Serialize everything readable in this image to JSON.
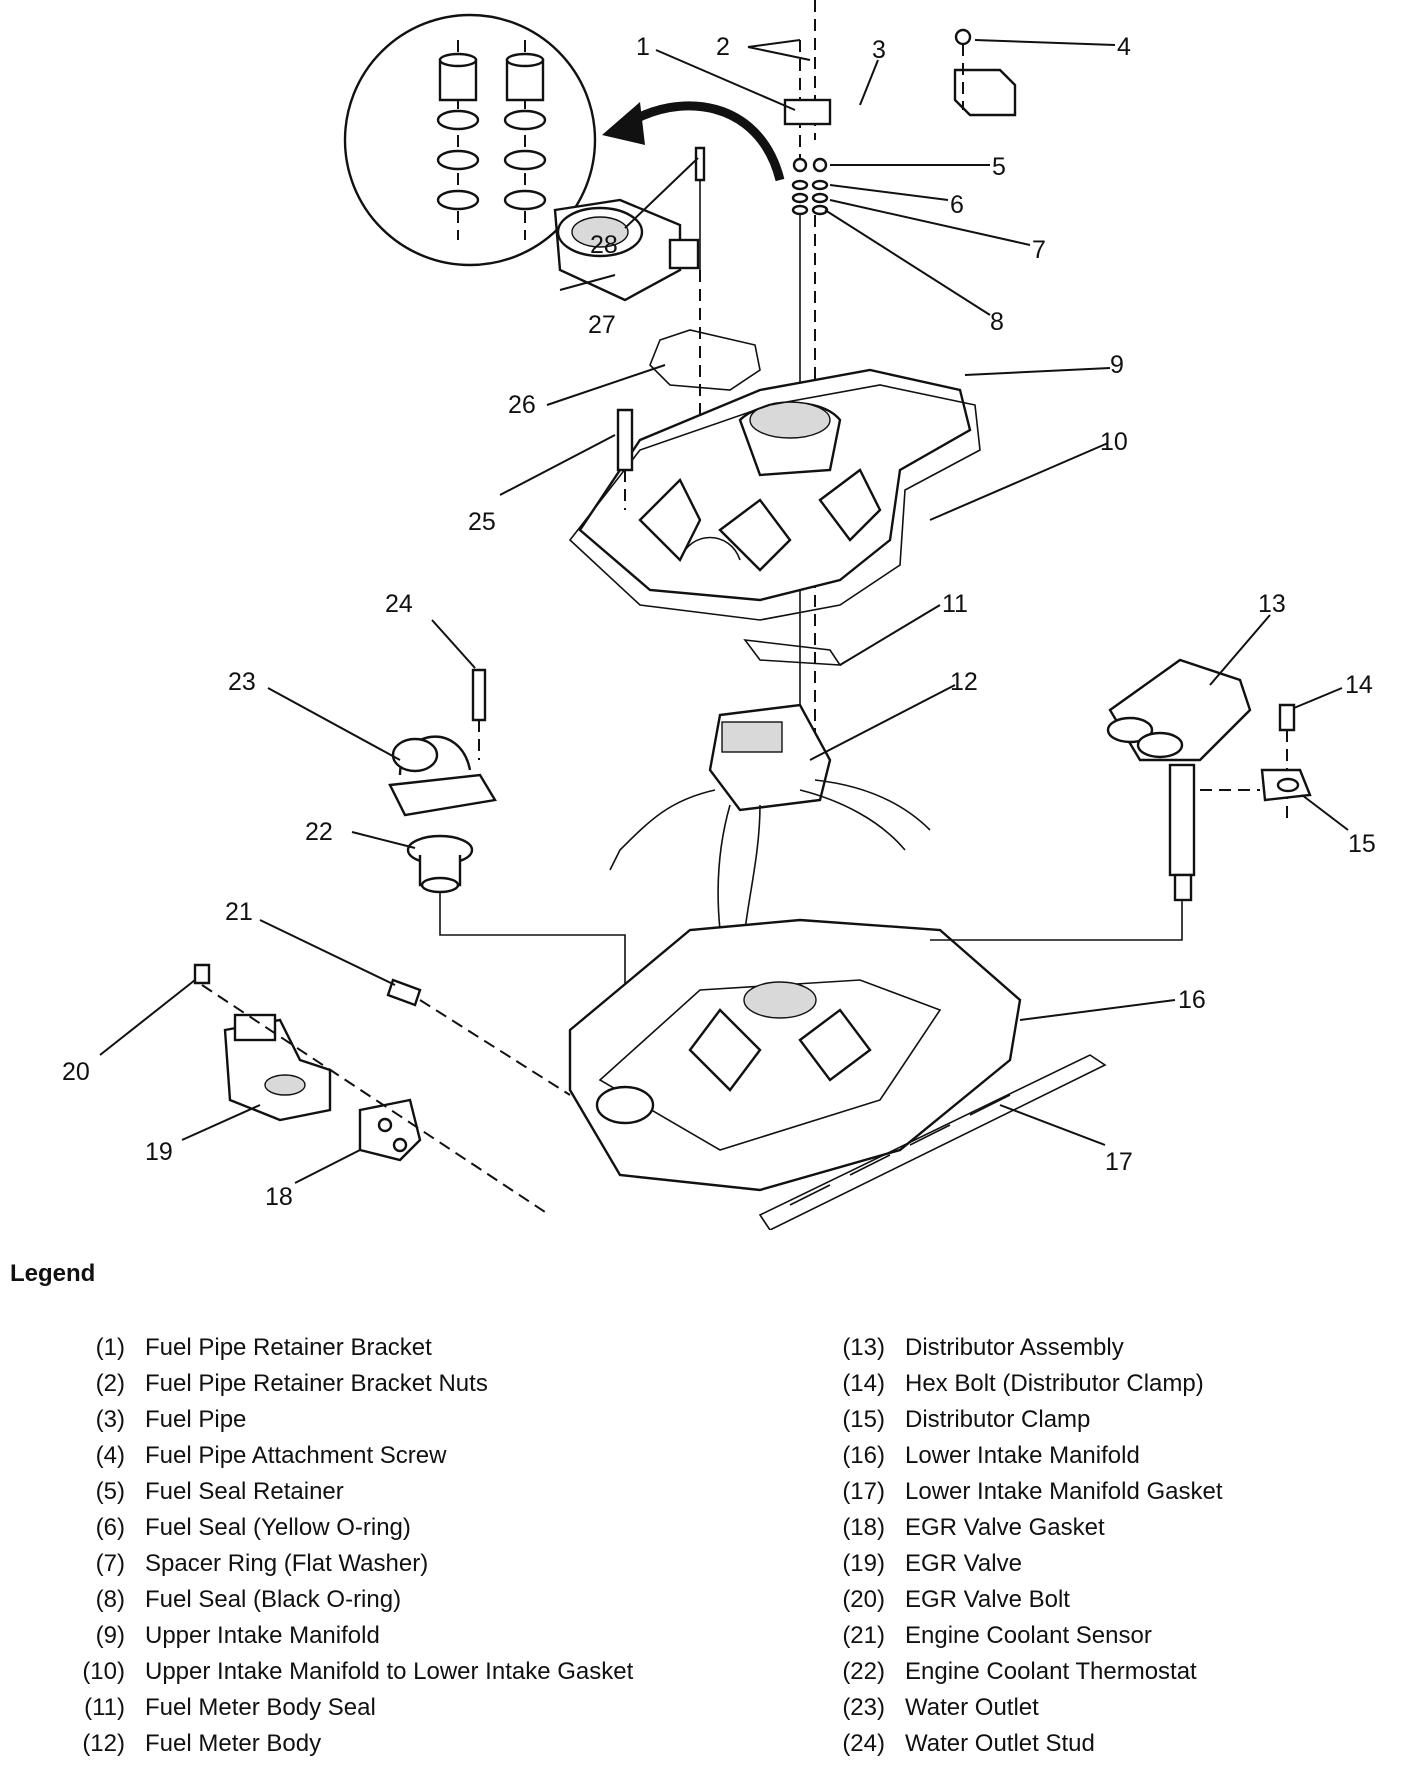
{
  "callouts": {
    "c1": "1",
    "c2": "2",
    "c3": "3",
    "c4": "4",
    "c5": "5",
    "c6": "6",
    "c7": "7",
    "c8": "8",
    "c9": "9",
    "c10": "10",
    "c11": "11",
    "c12": "12",
    "c13": "13",
    "c14": "14",
    "c15": "15",
    "c16": "16",
    "c17": "17",
    "c18": "18",
    "c19": "19",
    "c20": "20",
    "c21": "21",
    "c22": "22",
    "c23": "23",
    "c24": "24",
    "c25": "25",
    "c26": "26",
    "c27": "27",
    "c28": "28"
  },
  "legend": {
    "title": "Legend",
    "left": [
      {
        "num": "(1)",
        "text": "Fuel Pipe Retainer Bracket"
      },
      {
        "num": "(2)",
        "text": "Fuel Pipe Retainer Bracket Nuts"
      },
      {
        "num": "(3)",
        "text": "Fuel Pipe"
      },
      {
        "num": "(4)",
        "text": "Fuel Pipe Attachment Screw"
      },
      {
        "num": "(5)",
        "text": "Fuel Seal Retainer"
      },
      {
        "num": "(6)",
        "text": "Fuel Seal (Yellow O-ring)"
      },
      {
        "num": "(7)",
        "text": "Spacer Ring (Flat Washer)"
      },
      {
        "num": "(8)",
        "text": "Fuel Seal (Black O-ring)"
      },
      {
        "num": "(9)",
        "text": "Upper Intake Manifold"
      },
      {
        "num": "(10)",
        "text": "Upper Intake Manifold to Lower Intake Gasket"
      },
      {
        "num": "(11)",
        "text": "Fuel Meter Body Seal"
      },
      {
        "num": "(12)",
        "text": "Fuel Meter Body"
      }
    ],
    "right": [
      {
        "num": "(13)",
        "text": "Distributor Assembly"
      },
      {
        "num": "(14)",
        "text": "Hex Bolt (Distributor Clamp)"
      },
      {
        "num": "(15)",
        "text": "Distributor Clamp"
      },
      {
        "num": "(16)",
        "text": "Lower Intake Manifold"
      },
      {
        "num": "(17)",
        "text": "Lower Intake Manifold Gasket"
      },
      {
        "num": "(18)",
        "text": "EGR Valve Gasket"
      },
      {
        "num": "(19)",
        "text": "EGR Valve"
      },
      {
        "num": "(20)",
        "text": "EGR Valve Bolt"
      },
      {
        "num": "(21)",
        "text": "Engine Coolant Sensor"
      },
      {
        "num": "(22)",
        "text": "Engine Coolant Thermostat"
      },
      {
        "num": "(23)",
        "text": "Water Outlet"
      },
      {
        "num": "(24)",
        "text": "Water Outlet Stud"
      }
    ]
  }
}
